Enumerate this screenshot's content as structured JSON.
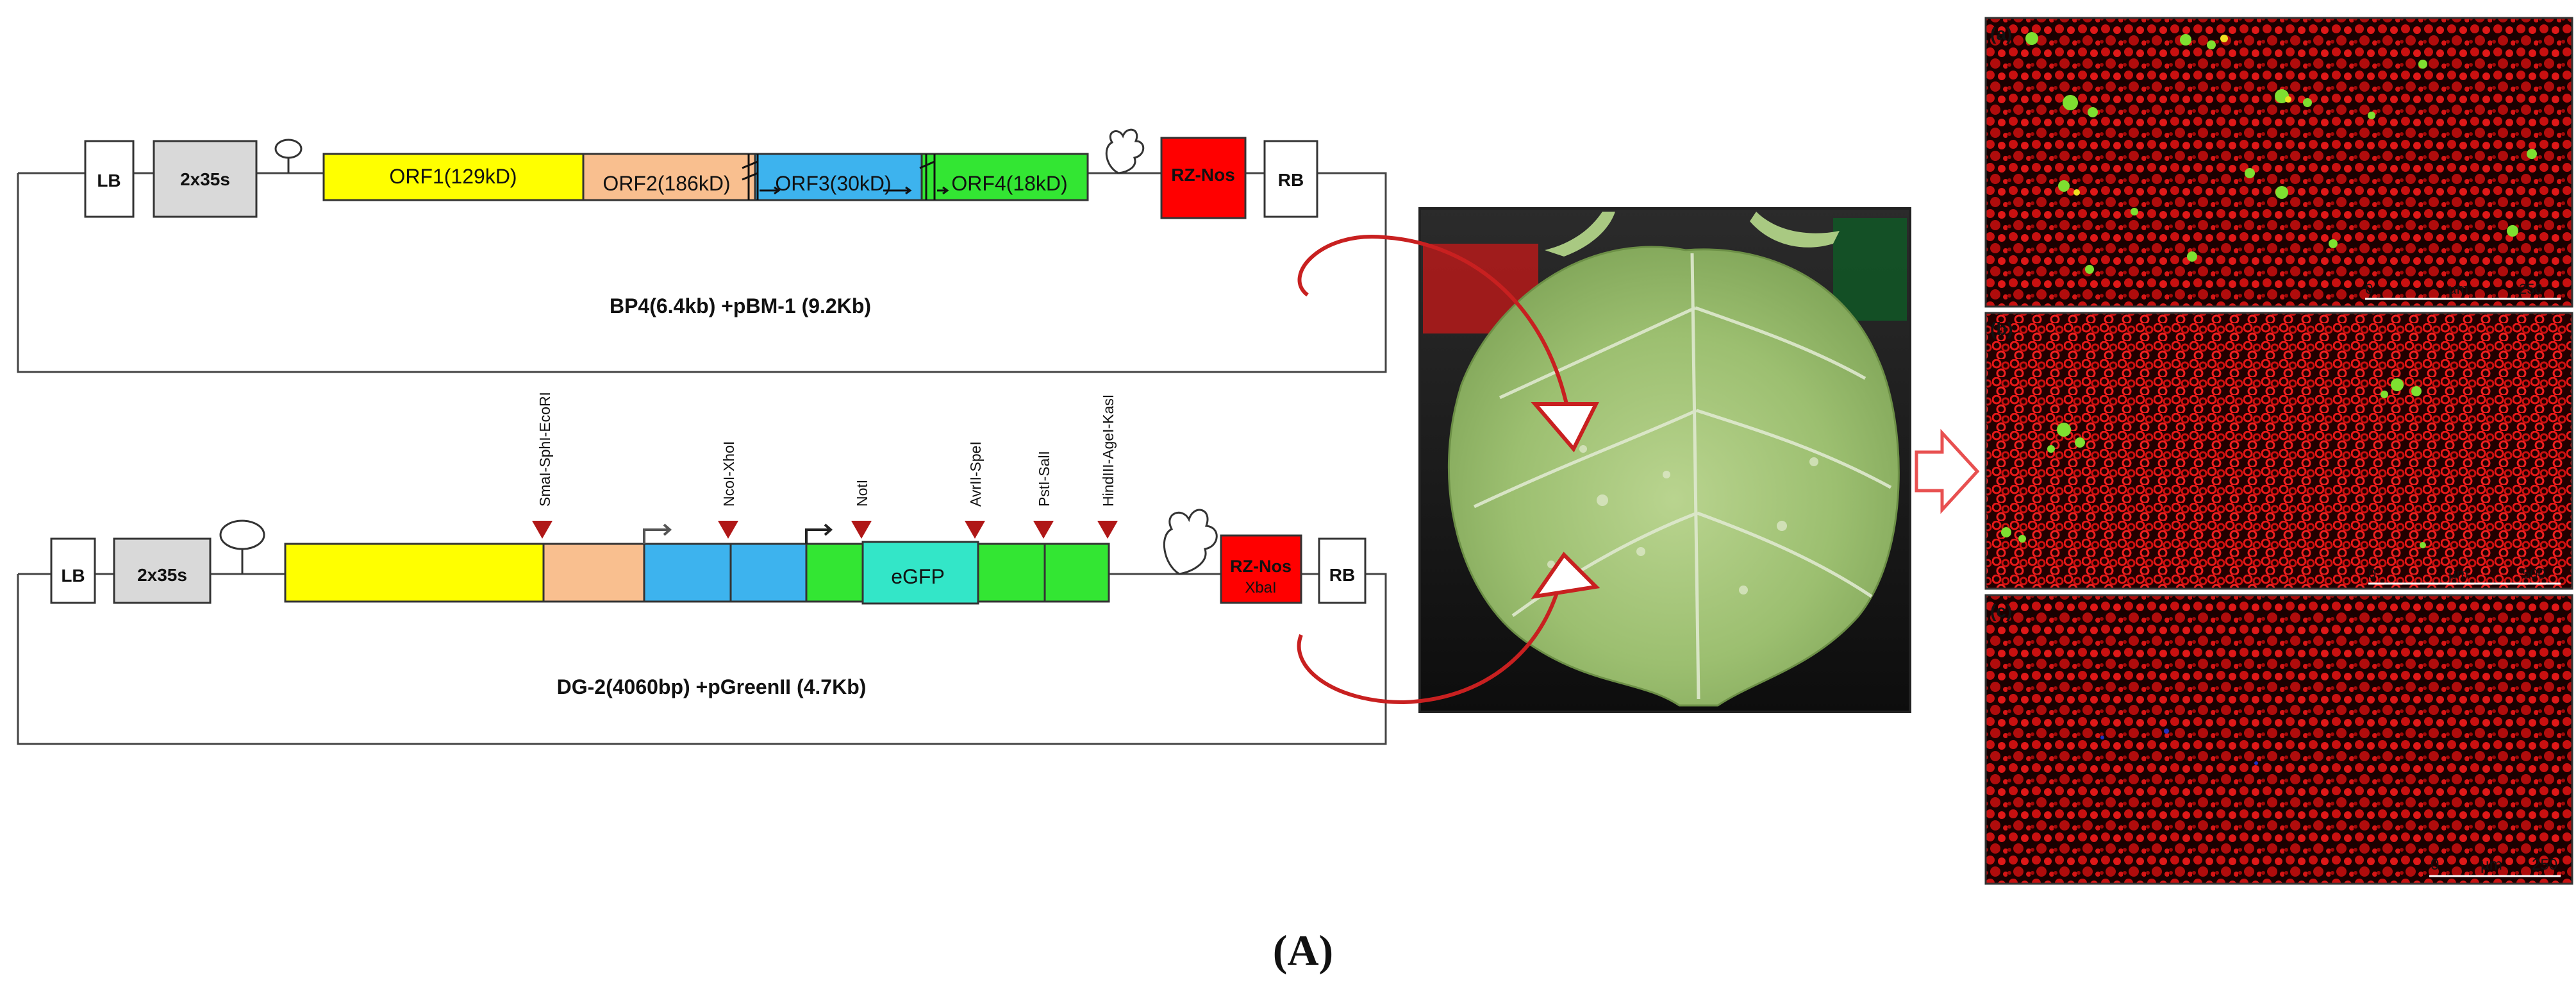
{
  "construct1": {
    "lb": "LB",
    "promoter": "2x35s",
    "orfs": [
      {
        "label": "ORF1(129kD)",
        "color": "#ffff00"
      },
      {
        "label": "ORF2(186kD)",
        "color": "#f9bf8f"
      },
      {
        "label": "ORF3(30kD)",
        "color": "#3db3ee"
      },
      {
        "label": "ORF4(18kD)",
        "color": "#33e633"
      }
    ],
    "terminator": "RZ-Nos",
    "rb": "RB",
    "caption": "BP4(6.4kb) +pBM-1 (9.2Kb)"
  },
  "construct2": {
    "lb": "LB",
    "promoter": "2x35s",
    "sites": [
      "SmaI-SphI-EcoRI",
      "NcoI-XhoI",
      "NotI",
      "AvrII-SpeI",
      "PstI-SalI",
      "HindIII-AgeI-KasI"
    ],
    "gfp": "eGFP",
    "terminator": "RZ-Nos",
    "terminator_site": "XbaI",
    "rb": "RB",
    "caption": "DG-2(4060bp) +pGreenII (4.7Kb)"
  },
  "micro": [
    {
      "label": "(a)",
      "scale": [
        "0",
        "µm",
        "250"
      ]
    },
    {
      "label": "(b)",
      "scale": [
        "0",
        "µm",
        "500"
      ]
    },
    {
      "label": "(c)",
      "scale": [
        "0",
        "µm",
        "250"
      ]
    }
  ],
  "panel_label": "(A)",
  "colors": {
    "orf1": "#ffff00",
    "orf2": "#f9bf8f",
    "orf3": "#3db3ee",
    "orf4": "#33e633",
    "egfp": "#33e6c8",
    "terminator": "#ff0000",
    "box": "#d9d9d9",
    "site_marker": "#b01717",
    "arrow": "#d22020"
  }
}
